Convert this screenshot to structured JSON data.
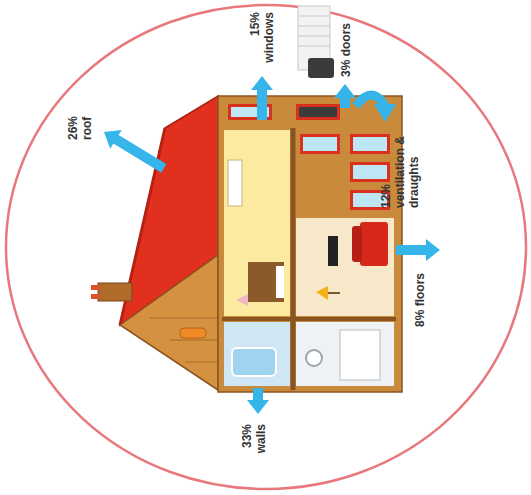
{
  "diagram": {
    "labels": [
      "15% windows",
      "3% doors",
      "26% roof",
      "12% ventilation & draughts",
      "8% floors",
      "33% walls"
    ]
  }
}
